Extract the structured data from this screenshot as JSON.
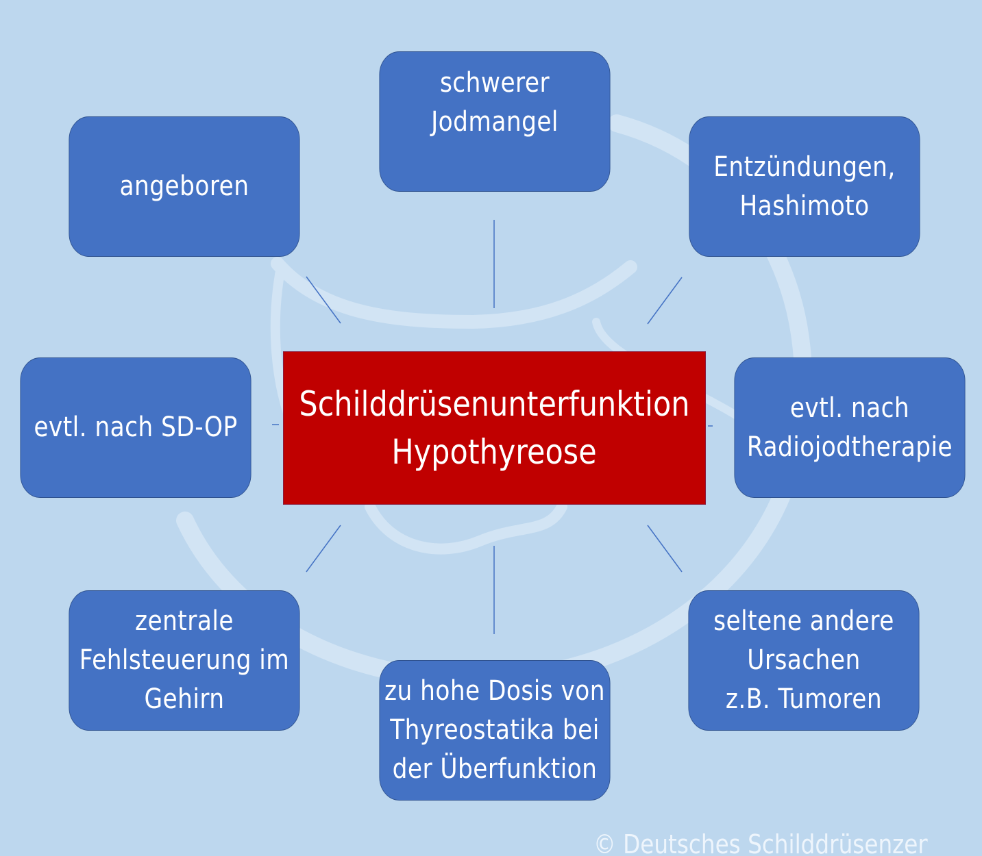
{
  "center": {
    "line1": "Schilddrüsenunterfunktion",
    "line2": "Hypothyreose"
  },
  "causes": {
    "top": [
      "schwerer",
      "Jodmangel"
    ],
    "top_left": [
      "angeboren"
    ],
    "top_right": [
      "Entzündungen,",
      "Hashimoto"
    ],
    "left": [
      "evtl. nach SD-OP"
    ],
    "right": [
      "evtl. nach",
      "Radiojodtherapie"
    ],
    "bottom_left": [
      "zentrale",
      "Fehlsteuerung im",
      "Gehirn"
    ],
    "bottom": [
      "zu hohe Dosis von",
      "Thyreostatika bei",
      "der Überfunktion"
    ],
    "bottom_right": [
      "seltene andere",
      "Ursachen",
      "z.B. Tumoren"
    ]
  },
  "copyright": "© Deutsches Schilddrüsenzentrum",
  "colors": {
    "background": "#bdd7ee",
    "node_fill": "#4472c4",
    "node_border": "#2f528f",
    "center_fill": "#c00000",
    "connector": "#4472c4",
    "text": "#ffffff"
  }
}
